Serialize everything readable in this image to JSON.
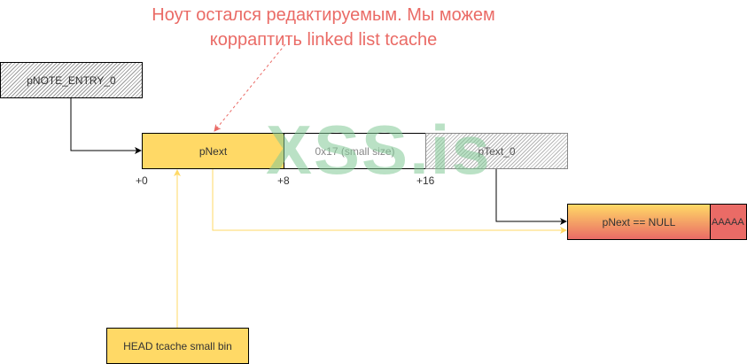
{
  "annotation": {
    "line1": "Ноут остался редактируемым. Мы можем",
    "line2": "корраптить linked list tcache",
    "color": "#ea6b66"
  },
  "nodes": {
    "note_entry": {
      "label": "pNOTE_ENTRY_0"
    },
    "chunk": {
      "pnext": "pNext",
      "size": "0x17 (small size)",
      "ptext": "pText_0"
    },
    "next_chunk": {
      "pnext": "pNext == NULL",
      "data": "AAAAA"
    },
    "head": {
      "label": "HEAD tcache small bin"
    }
  },
  "offsets": [
    "+0",
    "+8",
    "+16"
  ],
  "watermark": "XSS.is",
  "colors": {
    "yellow": "#ffd966",
    "red": "#ea6b66",
    "arrow_yellow": "#ffd966"
  }
}
